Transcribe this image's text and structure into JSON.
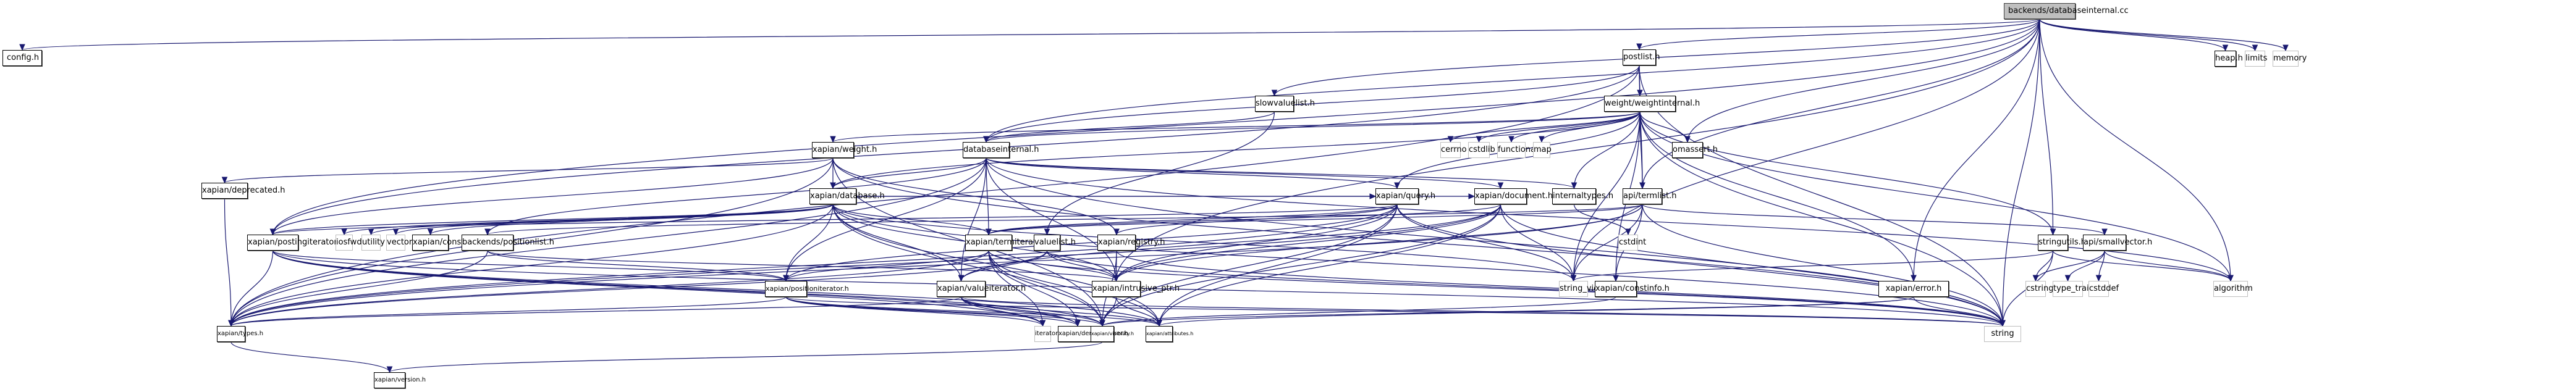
{
  "graph": {
    "title": "backends/databaseinternal.cc include dependency graph",
    "edge_color": "#191970",
    "root_fill": "#bfbfbf",
    "nodes": [
      {
        "id": "root",
        "label": "backends/databaseinternal.cc",
        "kind": "root"
      },
      {
        "id": "config",
        "label": "config.h",
        "kind": "file"
      },
      {
        "id": "heap",
        "label": "heap.h",
        "kind": "file"
      },
      {
        "id": "limits",
        "label": "limits",
        "kind": "system"
      },
      {
        "id": "memory",
        "label": "memory",
        "kind": "system"
      },
      {
        "id": "postlist",
        "label": "postlist.h",
        "kind": "file"
      },
      {
        "id": "slowvaluelist",
        "label": "slowvaluelist.h",
        "kind": "file"
      },
      {
        "id": "weightinternal",
        "label": "weight/weightinternal.h",
        "kind": "file"
      },
      {
        "id": "weight",
        "label": "xapian/weight.h",
        "kind": "file"
      },
      {
        "id": "databaseinternal",
        "label": "databaseinternal.h",
        "kind": "file"
      },
      {
        "id": "cerrno",
        "label": "cerrno",
        "kind": "system"
      },
      {
        "id": "cstdlib",
        "label": "cstdlib",
        "kind": "system"
      },
      {
        "id": "functional",
        "label": "functional",
        "kind": "system"
      },
      {
        "id": "map",
        "label": "map",
        "kind": "system"
      },
      {
        "id": "omassert",
        "label": "omassert.h",
        "kind": "file"
      },
      {
        "id": "deprecated",
        "label": "xapian/deprecated.h",
        "kind": "file"
      },
      {
        "id": "database",
        "label": "xapian/database.h",
        "kind": "file"
      },
      {
        "id": "query",
        "label": "xapian/query.h",
        "kind": "file"
      },
      {
        "id": "document",
        "label": "xapian/document.h",
        "kind": "file"
      },
      {
        "id": "internaltypes",
        "label": "internaltypes.h",
        "kind": "file"
      },
      {
        "id": "termlist",
        "label": "api/termlist.h",
        "kind": "file"
      },
      {
        "id": "postingiterator",
        "label": "xapian/postingiterator.h",
        "kind": "file"
      },
      {
        "id": "iosfwd",
        "label": "iosfwd",
        "kind": "system"
      },
      {
        "id": "utility",
        "label": "utility",
        "kind": "system"
      },
      {
        "id": "vector",
        "label": "vector",
        "kind": "system"
      },
      {
        "id": "constants",
        "label": "xapian/constants.h",
        "kind": "file"
      },
      {
        "id": "positionlist",
        "label": "backends/positionlist.h",
        "kind": "file"
      },
      {
        "id": "termiterator",
        "label": "xapian/termiterator.h",
        "kind": "file"
      },
      {
        "id": "valuelist",
        "label": "valuelist.h",
        "kind": "file"
      },
      {
        "id": "registry",
        "label": "xapian/registry.h",
        "kind": "file"
      },
      {
        "id": "cstdint",
        "label": "cstdint",
        "kind": "system"
      },
      {
        "id": "stringutils",
        "label": "stringutils.h",
        "kind": "file"
      },
      {
        "id": "smallvector",
        "label": "api/smallvector.h",
        "kind": "file"
      },
      {
        "id": "positioniterator",
        "label": "xapian/positioniterator.h",
        "kind": "file"
      },
      {
        "id": "valueiterator",
        "label": "xapian/valueiterator.h",
        "kind": "file"
      },
      {
        "id": "intrusive_ptr",
        "label": "xapian/intrusive_ptr.h",
        "kind": "file"
      },
      {
        "id": "string_view",
        "label": "string_view",
        "kind": "system"
      },
      {
        "id": "constinfo",
        "label": "xapian/constinfo.h",
        "kind": "file"
      },
      {
        "id": "error",
        "label": "xapian/error.h",
        "kind": "file"
      },
      {
        "id": "cstring",
        "label": "cstring",
        "kind": "system"
      },
      {
        "id": "type_traits",
        "label": "type_traits",
        "kind": "system"
      },
      {
        "id": "cstddef",
        "label": "cstddef",
        "kind": "system"
      },
      {
        "id": "algorithm",
        "label": "algorithm",
        "kind": "system"
      },
      {
        "id": "types",
        "label": "xapian/types.h",
        "kind": "file"
      },
      {
        "id": "iterator",
        "label": "iterator",
        "kind": "system"
      },
      {
        "id": "derefwrapper",
        "label": "xapian/derefwrapper.h",
        "kind": "file"
      },
      {
        "id": "visibility",
        "label": "xapian/visibility.h",
        "kind": "file"
      },
      {
        "id": "attributes",
        "label": "xapian/attributes.h",
        "kind": "file"
      },
      {
        "id": "string",
        "label": "string",
        "kind": "system"
      },
      {
        "id": "version",
        "label": "xapian/version.h",
        "kind": "file"
      }
    ],
    "edges": [
      [
        "root",
        "config"
      ],
      [
        "root",
        "heap"
      ],
      [
        "root",
        "limits"
      ],
      [
        "root",
        "memory"
      ],
      [
        "root",
        "postlist"
      ],
      [
        "root",
        "slowvaluelist"
      ],
      [
        "root",
        "databaseinternal"
      ],
      [
        "root",
        "omassert"
      ],
      [
        "root",
        "termlist"
      ],
      [
        "root",
        "stringutils"
      ],
      [
        "root",
        "error"
      ],
      [
        "root",
        "algorithm"
      ],
      [
        "root",
        "string"
      ],
      [
        "root",
        "postingiterator"
      ],
      [
        "root",
        "string_view"
      ],
      [
        "root",
        "intrusive_ptr"
      ],
      [
        "postlist",
        "weightinternal"
      ],
      [
        "postlist",
        "postingiterator"
      ],
      [
        "postlist",
        "types"
      ],
      [
        "postlist",
        "string"
      ],
      [
        "postlist",
        "termlist"
      ],
      [
        "postlist",
        "databaseinternal"
      ],
      [
        "slowvaluelist",
        "databaseinternal"
      ],
      [
        "slowvaluelist",
        "valuelist"
      ],
      [
        "weightinternal",
        "weight"
      ],
      [
        "weightinternal",
        "databaseinternal"
      ],
      [
        "weightinternal",
        "cerrno"
      ],
      [
        "weightinternal",
        "cstdlib"
      ],
      [
        "weightinternal",
        "functional"
      ],
      [
        "weightinternal",
        "map"
      ],
      [
        "weightinternal",
        "omassert"
      ],
      [
        "weightinternal",
        "internaltypes"
      ],
      [
        "weightinternal",
        "query"
      ],
      [
        "weightinternal",
        "database"
      ],
      [
        "weightinternal",
        "string"
      ],
      [
        "weightinternal",
        "termlist"
      ],
      [
        "weightinternal",
        "stringutils"
      ],
      [
        "weightinternal",
        "string_view"
      ],
      [
        "weightinternal",
        "error"
      ],
      [
        "weightinternal",
        "algorithm"
      ],
      [
        "weightinternal",
        "constinfo"
      ],
      [
        "weight",
        "database"
      ],
      [
        "weight",
        "deprecated"
      ],
      [
        "weight",
        "registry"
      ],
      [
        "weight",
        "types"
      ],
      [
        "weight",
        "visibility"
      ],
      [
        "weight",
        "string"
      ],
      [
        "weight",
        "postingiterator"
      ],
      [
        "databaseinternal",
        "database"
      ],
      [
        "databaseinternal",
        "document"
      ],
      [
        "databaseinternal",
        "internaltypes"
      ],
      [
        "databaseinternal",
        "positionlist"
      ],
      [
        "databaseinternal",
        "termiterator"
      ],
      [
        "databaseinternal",
        "valueiterator"
      ],
      [
        "databaseinternal",
        "intrusive_ptr"
      ],
      [
        "databaseinternal",
        "types"
      ],
      [
        "databaseinternal",
        "string"
      ],
      [
        "databaseinternal",
        "algorithm"
      ],
      [
        "databaseinternal",
        "query"
      ],
      [
        "databaseinternal",
        "positioniterator"
      ],
      [
        "database",
        "iosfwd"
      ],
      [
        "database",
        "utility"
      ],
      [
        "database",
        "vector"
      ],
      [
        "database",
        "constants"
      ],
      [
        "database",
        "postingiterator"
      ],
      [
        "database",
        "termiterator"
      ],
      [
        "database",
        "valueiterator"
      ],
      [
        "database",
        "positioniterator"
      ],
      [
        "database",
        "intrusive_ptr"
      ],
      [
        "database",
        "types"
      ],
      [
        "database",
        "visibility"
      ],
      [
        "database",
        "attributes"
      ],
      [
        "database",
        "string"
      ],
      [
        "database",
        "document"
      ],
      [
        "database",
        "query"
      ],
      [
        "database",
        "string_view"
      ],
      [
        "query",
        "termiterator"
      ],
      [
        "query",
        "registry"
      ],
      [
        "query",
        "intrusive_ptr"
      ],
      [
        "query",
        "types"
      ],
      [
        "query",
        "visibility"
      ],
      [
        "query",
        "attributes"
      ],
      [
        "query",
        "string"
      ],
      [
        "query",
        "string_view"
      ],
      [
        "query",
        "postingiterator"
      ],
      [
        "query",
        "positioniterator"
      ],
      [
        "document",
        "termiterator"
      ],
      [
        "document",
        "valueiterator"
      ],
      [
        "document",
        "intrusive_ptr"
      ],
      [
        "document",
        "types"
      ],
      [
        "document",
        "visibility"
      ],
      [
        "document",
        "string"
      ],
      [
        "document",
        "string_view"
      ],
      [
        "document",
        "attributes"
      ],
      [
        "internaltypes",
        "cstdint"
      ],
      [
        "termlist",
        "positionlist"
      ],
      [
        "termlist",
        "termiterator"
      ],
      [
        "termlist",
        "intrusive_ptr"
      ],
      [
        "termlist",
        "types"
      ],
      [
        "termlist",
        "string"
      ],
      [
        "termlist",
        "string_view"
      ],
      [
        "termlist",
        "constinfo"
      ],
      [
        "postingiterator",
        "positioniterator"
      ],
      [
        "postingiterator",
        "derefwrapper"
      ],
      [
        "postingiterator",
        "types"
      ],
      [
        "postingiterator",
        "visibility"
      ],
      [
        "postingiterator",
        "attributes"
      ],
      [
        "postingiterator",
        "iterator"
      ],
      [
        "postingiterator",
        "string"
      ],
      [
        "positionlist",
        "positioniterator"
      ],
      [
        "positionlist",
        "types"
      ],
      [
        "positionlist",
        "intrusive_ptr"
      ],
      [
        "termiterator",
        "positioniterator"
      ],
      [
        "termiterator",
        "derefwrapper"
      ],
      [
        "termiterator",
        "types"
      ],
      [
        "termiterator",
        "visibility"
      ],
      [
        "termiterator",
        "attributes"
      ],
      [
        "termiterator",
        "iterator"
      ],
      [
        "termiterator",
        "string"
      ],
      [
        "termiterator",
        "intrusive_ptr"
      ],
      [
        "valuelist",
        "valueiterator"
      ],
      [
        "valuelist",
        "types"
      ],
      [
        "valuelist",
        "intrusive_ptr"
      ],
      [
        "valuelist",
        "string"
      ],
      [
        "registry",
        "intrusive_ptr"
      ],
      [
        "registry",
        "visibility"
      ],
      [
        "registry",
        "string"
      ],
      [
        "positioniterator",
        "derefwrapper"
      ],
      [
        "positioniterator",
        "types"
      ],
      [
        "positioniterator",
        "visibility"
      ],
      [
        "positioniterator",
        "iterator"
      ],
      [
        "positioniterator",
        "attributes"
      ],
      [
        "positioniterator",
        "string"
      ],
      [
        "valueiterator",
        "derefwrapper"
      ],
      [
        "valueiterator",
        "types"
      ],
      [
        "valueiterator",
        "visibility"
      ],
      [
        "valueiterator",
        "iterator"
      ],
      [
        "valueiterator",
        "string"
      ],
      [
        "valueiterator",
        "attributes"
      ],
      [
        "intrusive_ptr",
        "visibility"
      ],
      [
        "intrusive_ptr",
        "attributes"
      ],
      [
        "constinfo",
        "visibility"
      ],
      [
        "error",
        "visibility"
      ],
      [
        "error",
        "attributes"
      ],
      [
        "error",
        "string"
      ],
      [
        "stringutils",
        "cstring"
      ],
      [
        "stringutils",
        "string"
      ],
      [
        "stringutils",
        "algorithm"
      ],
      [
        "stringutils",
        "string_view"
      ],
      [
        "smallvector",
        "cstring"
      ],
      [
        "smallvector",
        "type_traits"
      ],
      [
        "smallvector",
        "cstddef"
      ],
      [
        "smallvector",
        "algorithm"
      ],
      [
        "termlist",
        "smallvector"
      ],
      [
        "types",
        "version"
      ],
      [
        "visibility",
        "version"
      ],
      [
        "deprecated",
        "types"
      ]
    ]
  }
}
